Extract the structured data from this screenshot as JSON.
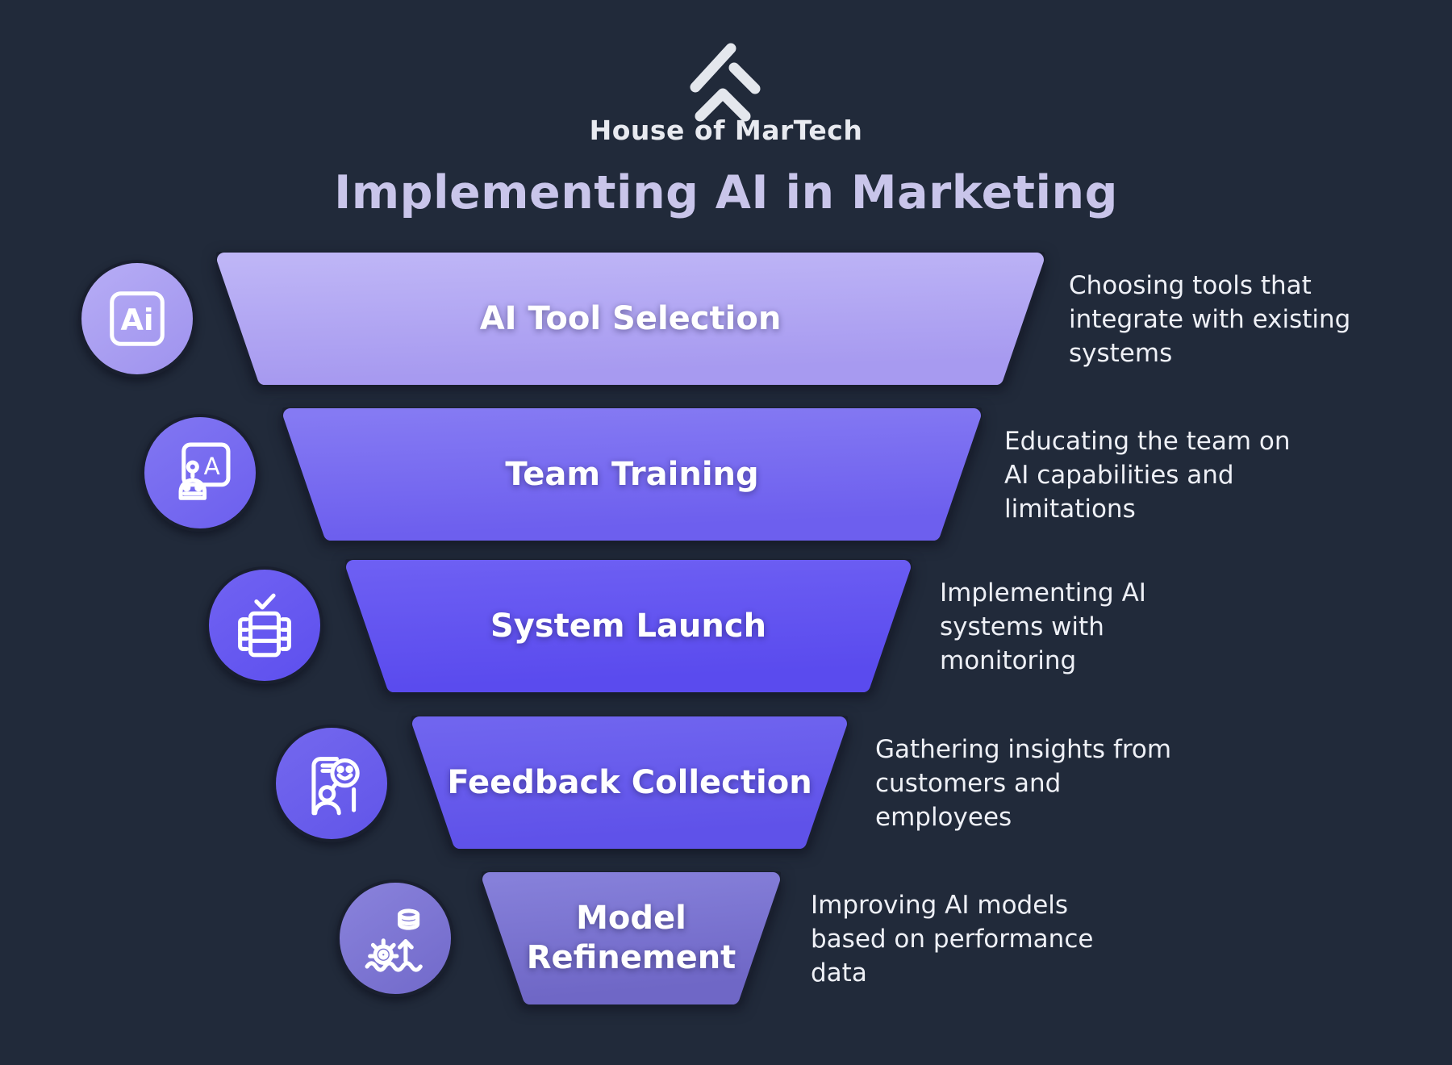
{
  "colors": {
    "background": "#212a3a",
    "title": "#c9c5ea",
    "brand_text": "#e8eaf0",
    "band_label": "#ffffff",
    "description_text": "#eef0f6",
    "outline": "#191f2e",
    "icon_stroke": "#ffffff"
  },
  "header": {
    "brand": "House of MarTech",
    "title": "Implementing AI in Marketing",
    "logo_icon": "roof-double-chevron-icon"
  },
  "funnel": {
    "stages": [
      {
        "label": "AI Tool Selection",
        "description": "Choosing tools that\nintegrate with existing\nsystems",
        "icon": "ai-chip-icon",
        "band_gradient": [
          "#beb5f6",
          "#a79af0"
        ],
        "circle_gradient": [
          "#b7adf5",
          "#9e92ee"
        ]
      },
      {
        "label": "Team Training",
        "description": "Educating the team on\nAI capabilities and\nlimitations",
        "icon": "training-board-robot-icon",
        "band_gradient": [
          "#857af3",
          "#6d5fee"
        ],
        "circle_gradient": [
          "#8277f2",
          "#6c5fee"
        ]
      },
      {
        "label": "System Launch",
        "description": "Implementing AI\nsystems with\nmonitoring",
        "icon": "server-check-icon",
        "band_gradient": [
          "#6d5ff3",
          "#5a4bee"
        ],
        "circle_gradient": [
          "#7163f2",
          "#5d4fee"
        ]
      },
      {
        "label": "Feedback Collection",
        "description": "Gathering insights from\ncustomers and\nemployees",
        "icon": "feedback-dialog-icon",
        "band_gradient": [
          "#7065ef",
          "#5f52e9"
        ],
        "circle_gradient": [
          "#7468ee",
          "#6155e9"
        ]
      },
      {
        "label": "Model\nRefinement",
        "description": "Improving AI models\nbased on performance\ndata",
        "icon": "gear-data-refinement-icon",
        "band_gradient": [
          "#8680da",
          "#6f67c6"
        ],
        "circle_gradient": [
          "#8a83dc",
          "#7169ca"
        ]
      }
    ]
  }
}
